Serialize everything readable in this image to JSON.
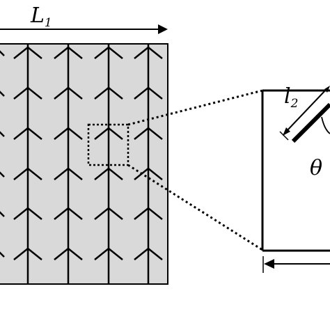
{
  "labels": {
    "L": "L",
    "L_sub": "1",
    "l": "l",
    "l_sub": "2",
    "theta": "θ"
  },
  "colors": {
    "panel_fill": "#d9d9d9",
    "stroke": "#000000",
    "background": "#ffffff"
  },
  "pattern": {
    "columns": 5,
    "rows": 6,
    "partial_left_column": true
  }
}
